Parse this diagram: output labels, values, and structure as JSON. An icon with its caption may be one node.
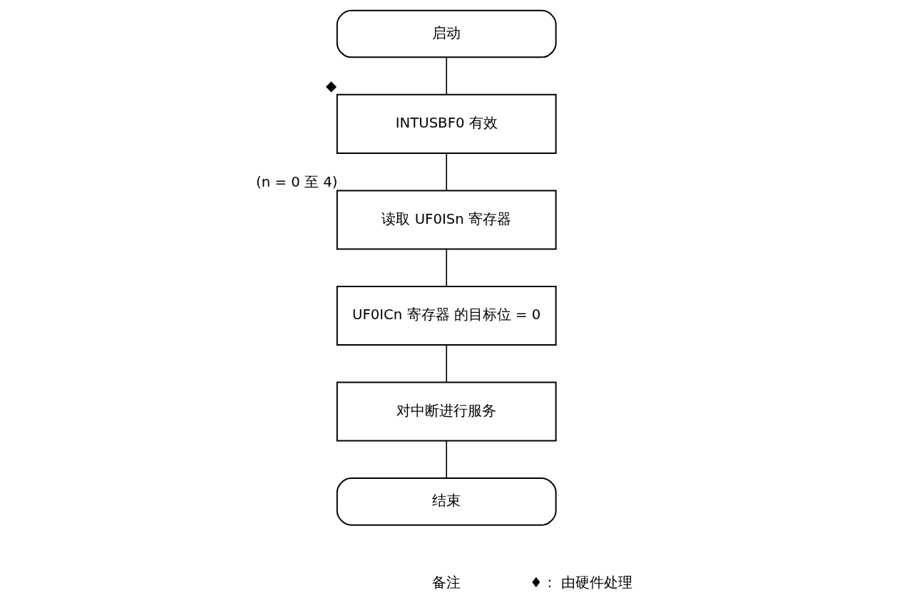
{
  "diagram": {
    "nodes": [
      {
        "text": [
          "启动"
        ]
      },
      {
        "text": [
          "INTUSBF0 有效"
        ],
        "beside": [
          "◆"
        ]
      },
      {
        "text": [
          "读取 UF0ISn 寄存器"
        ],
        "beside": [
          "(n = 0 至 4)"
        ]
      },
      {
        "text": [
          "UF0ICn 寄存器 的目标位 = 0"
        ]
      },
      {
        "text": [
          "对中断进行服务"
        ]
      },
      {
        "text": [
          "结束"
        ]
      }
    ],
    "edges": [
      {
        "from": 0,
        "to": 1,
        "arrow": "none"
      },
      {
        "from": 1,
        "to": 2,
        "arrow": "none"
      },
      {
        "from": 2,
        "to": 3,
        "arrow": "none"
      },
      {
        "from": 3,
        "to": 4,
        "arrow": "none"
      },
      {
        "from": 4,
        "to": 5,
        "arrow": "none"
      }
    ],
    "labels": [
      "备注",
      "♦： 由硬件处理"
    ]
  }
}
